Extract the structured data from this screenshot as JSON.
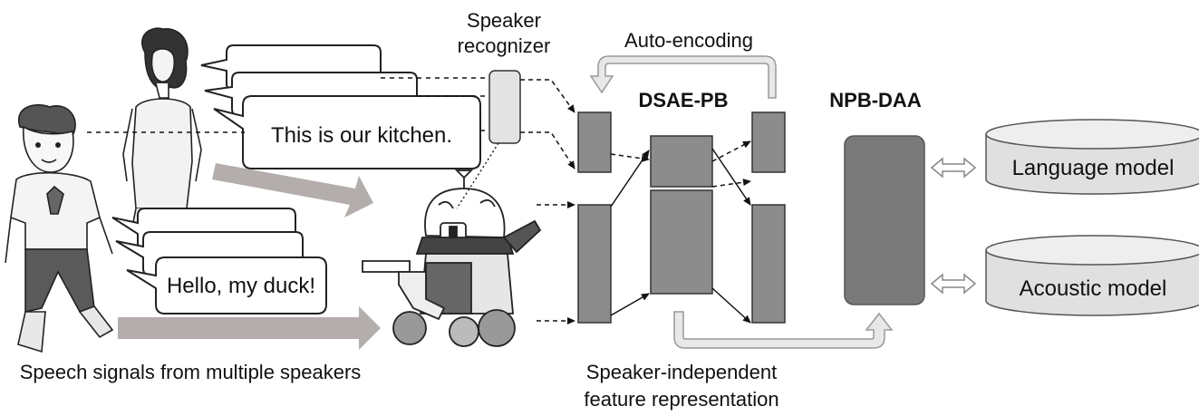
{
  "labels": {
    "speaker_recognizer_line1": "Speaker",
    "speaker_recognizer_line2": "recognizer",
    "auto_encoding": "Auto-encoding",
    "dsae_pb": "DSAE-PB",
    "npb_daa": "NPB-DAA",
    "language_model": "Language model",
    "acoustic_model": "Acoustic model",
    "speech_caption": "Speech signals from multiple speakers",
    "feature_caption_line1": "Speaker-independent",
    "feature_caption_line2": "feature representation"
  },
  "speech_bubbles": {
    "woman_utterance": "This is our kitchen.",
    "boy_utterance": "Hello, my duck!"
  },
  "colors": {
    "block_dark": "#8c8c8c",
    "block_npb": "#7a7a7a",
    "cylinder_fill": "#e0e0e0",
    "arrow_gray": "#b3aeab",
    "curve_arrow": "#d9d9d9"
  }
}
